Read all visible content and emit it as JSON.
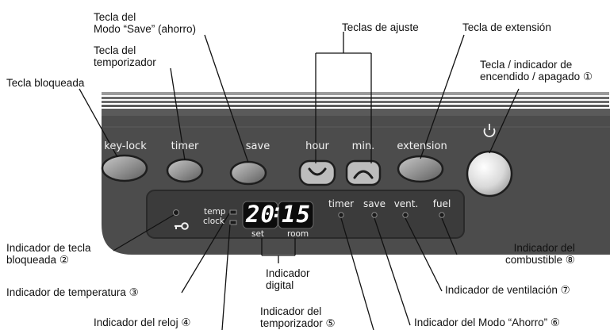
{
  "callouts": {
    "save_mode_key": [
      "Tecla del",
      "Modo “Save” (ahorro)"
    ],
    "adjust_keys": "Teclas de ajuste",
    "extension_key": "Tecla de extensión",
    "timer_key": [
      "Tecla del",
      "temporizador"
    ],
    "power_key": [
      "Tecla / indicador de",
      "encendido / apagado ①"
    ],
    "lock_key": "Tecla bloqueada",
    "lock_indicator": [
      "Indicador de tecla",
      "bloqueada ②"
    ],
    "fuel_indicator": [
      "Indicador del",
      "combustible ⑧"
    ],
    "temp_indicator": "Indicador de temperatura ③",
    "digital_indicator": [
      "Indicador",
      "digital"
    ],
    "vent_indicator": "Indicador de ventilación ⑦",
    "clock_indicator": "Indicador del reloj ④",
    "timer_indicator": [
      "Indicador del",
      "temporizador ⑤"
    ],
    "save_mode_indicator": "Indicador del Modo “Ahorro” ⑥"
  },
  "panel": {
    "buttons": {
      "key_lock": "key-lock",
      "timer": "timer",
      "save": "save",
      "hour": "hour",
      "min": "min.",
      "extension": "extension"
    },
    "indicators": {
      "timer": "timer",
      "save": "save",
      "vent": "vent.",
      "fuel": "fuel",
      "temp": "temp",
      "clock": "clock",
      "set": "set",
      "room": "room"
    },
    "display": {
      "hours": "20",
      "minutes": "15"
    },
    "power_symbol": "⏻"
  },
  "icons": [
    "key-icon",
    "power-icon",
    "down-arrow-icon",
    "up-arrow-icon"
  ],
  "colors": {
    "panel": "#4b4b4b",
    "panel_dark": "#2d2d2d",
    "display_bg": "#3a3a3a",
    "lcd": "#0c0c0c"
  }
}
